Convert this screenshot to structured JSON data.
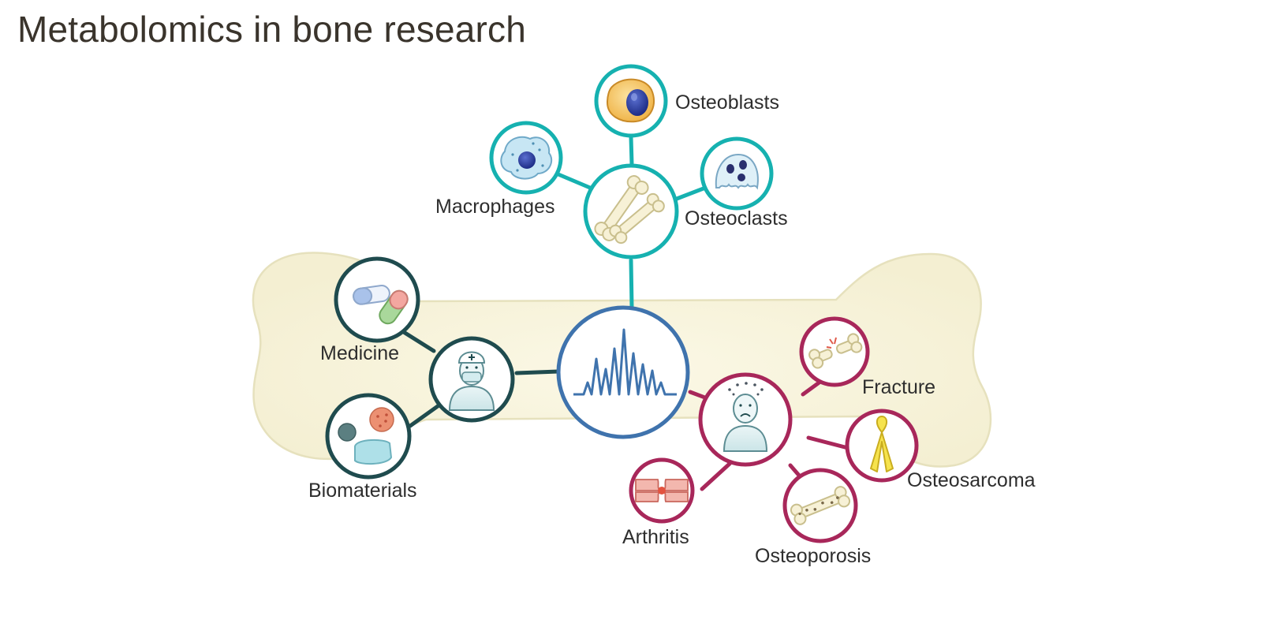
{
  "title": "Metabolomics in bone research",
  "nodes": {
    "osteoblasts": "Osteoblasts",
    "macrophages": "Macrophages",
    "osteoclasts": "Osteoclasts",
    "medicine": "Medicine",
    "biomaterials": "Biomaterials",
    "fracture": "Fracture",
    "osteosarcoma": "Osteosarcoma",
    "arthritis": "Arthritis",
    "osteoporosis": "Osteoporosis"
  },
  "icons": {
    "center": "spectrum-icon",
    "cells_hub": "bone-icon",
    "osteoblasts": "osteoblast-cell-icon",
    "macrophages": "macrophage-cell-icon",
    "osteoclasts": "osteoclast-cell-icon",
    "medicine_hub": "doctor-icon",
    "medicine": "capsule-pills-icon",
    "biomaterials": "biomaterials-icon",
    "disease_hub": "sad-patient-icon",
    "fracture": "broken-bone-icon",
    "osteosarcoma": "awareness-ribbon-icon",
    "arthritis": "joint-icon",
    "osteoporosis": "porous-bone-icon"
  },
  "colors": {
    "teal": "#16b1b0",
    "dark_teal": "#1f4b4e",
    "blue": "#3f73ad",
    "crimson": "#a8275a",
    "bone_background": "#f7f3dc"
  }
}
